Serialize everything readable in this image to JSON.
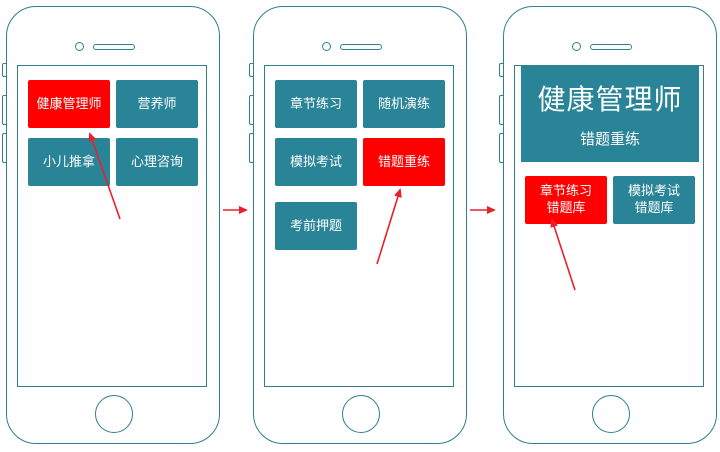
{
  "phone1": {
    "tiles": [
      "健康管理师",
      "营养师",
      "小儿推拿",
      "心理咨询"
    ]
  },
  "phone2": {
    "tiles": [
      "章节练习",
      "随机演练",
      "模拟考试",
      "错题重练",
      "考前押题"
    ]
  },
  "phone3": {
    "header_title": "健康管理师",
    "header_subtitle": "错题重练",
    "tiles": [
      "章节练习\n错题库",
      "模拟考试\n错题库"
    ]
  },
  "colors": {
    "tile": "#2a8497",
    "active": "#ff0000",
    "outline": "#2f7f8c",
    "arrow": "#e8202a"
  }
}
